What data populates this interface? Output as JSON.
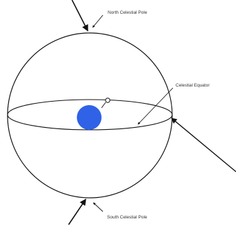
{
  "labels": {
    "north_pole": "North Celestial Pole",
    "south_pole": "South Celestial Pole",
    "equator": "Celestial Equator"
  },
  "colors": {
    "line": "#111111",
    "earth": "#2f62e6",
    "background": "#ffffff",
    "label": "#333333"
  },
  "icons": {
    "earth": "blue-filled-circle",
    "star": "small-hollow-circle"
  }
}
